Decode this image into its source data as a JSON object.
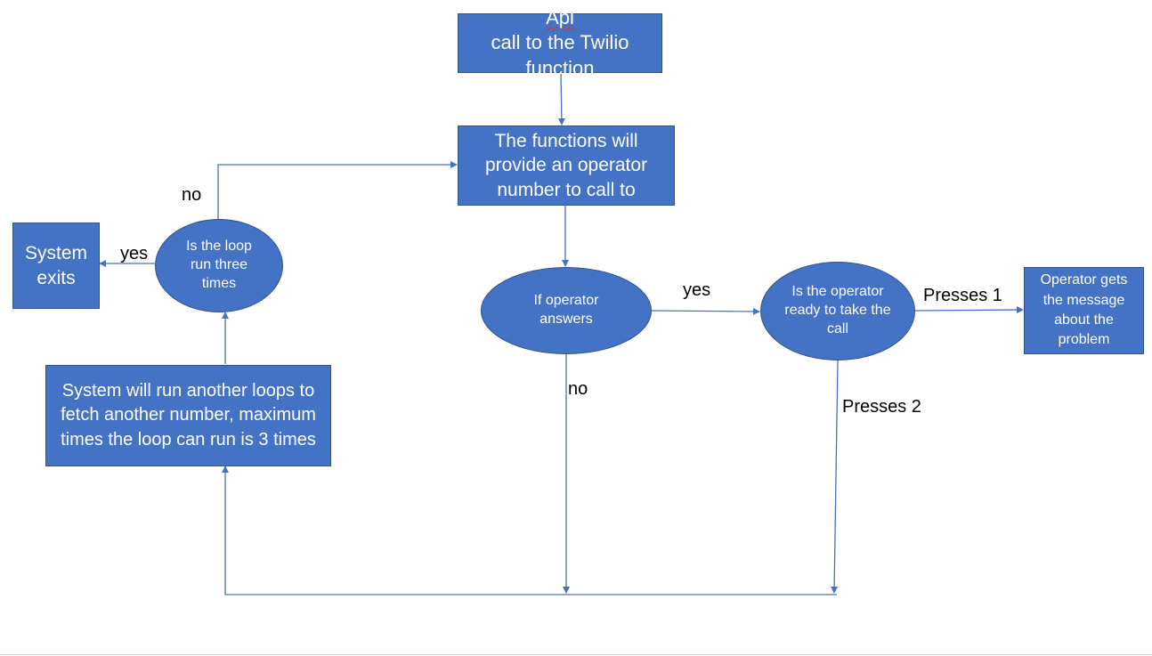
{
  "colors": {
    "node_fill": "#4472c4",
    "node_border": "#2f528f",
    "node_text": "#ffffff",
    "connector": "#4472c4",
    "label_text": "#000000"
  },
  "nodes": {
    "api_call": {
      "word_flagged": "Api",
      "text_rest": " call to the Twilio function"
    },
    "functions_provide": {
      "text": "The functions will provide an operator number to call to"
    },
    "operator_answers": {
      "text": "If operator answers"
    },
    "operator_ready": {
      "text": "Is the operator ready to take the call"
    },
    "operator_gets_message": {
      "text": "Operator gets the message about the problem"
    },
    "loop_check": {
      "text": "Is the loop run three times"
    },
    "system_exits": {
      "text": "System exits"
    },
    "run_another_loop": {
      "text": "System will run another loops to fetch another number, maximum times the loop can run is 3 times"
    }
  },
  "edge_labels": {
    "answers_yes": "yes",
    "answers_no": "no",
    "ready_presses_1": "Presses 1",
    "ready_presses_2": "Presses 2",
    "loop_yes": "yes",
    "loop_no": "no"
  }
}
